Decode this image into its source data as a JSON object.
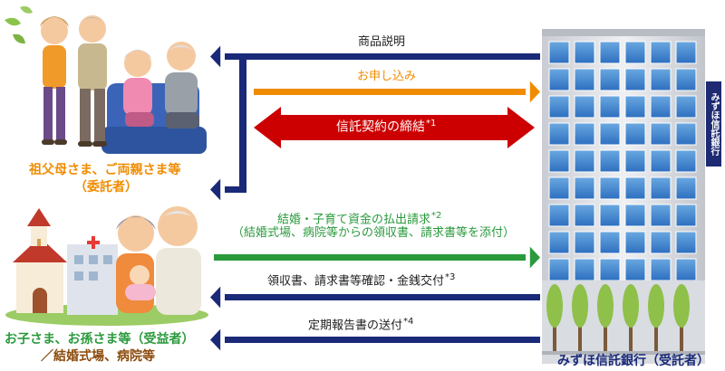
{
  "colors": {
    "navy": "#1a2a78",
    "orange": "#f08c00",
    "red": "#cc0000",
    "green": "#2a9a3c",
    "brown": "#8a4a0a"
  },
  "parties": {
    "settlor": {
      "line1": "祖父母さま、ご両親さま等",
      "line2": "（委託者）"
    },
    "beneficiary": {
      "line1": "お子さま、お孫さま等（受益者）",
      "line2": "／結婚式場、病院等"
    },
    "trustee": {
      "label": "みずほ信託銀行（受託者）",
      "sign": "みずほ信託銀行"
    }
  },
  "flows": {
    "product_explanation": {
      "label": "商品説明"
    },
    "application": {
      "label": "お申し込み"
    },
    "trust_contract": {
      "label": "信託契約の締結",
      "note": "*1"
    },
    "payment_request": {
      "label": "結婚・子育て資金の払出請求",
      "note": "*2",
      "sub": "（結婚式場、病院等からの領収書、請求書等を添付）"
    },
    "receipt_check": {
      "label": "領収書、請求書等確認・金銭交付",
      "note": "*3"
    },
    "periodic_report": {
      "label": "定期報告書の送付",
      "note": "*4"
    }
  }
}
